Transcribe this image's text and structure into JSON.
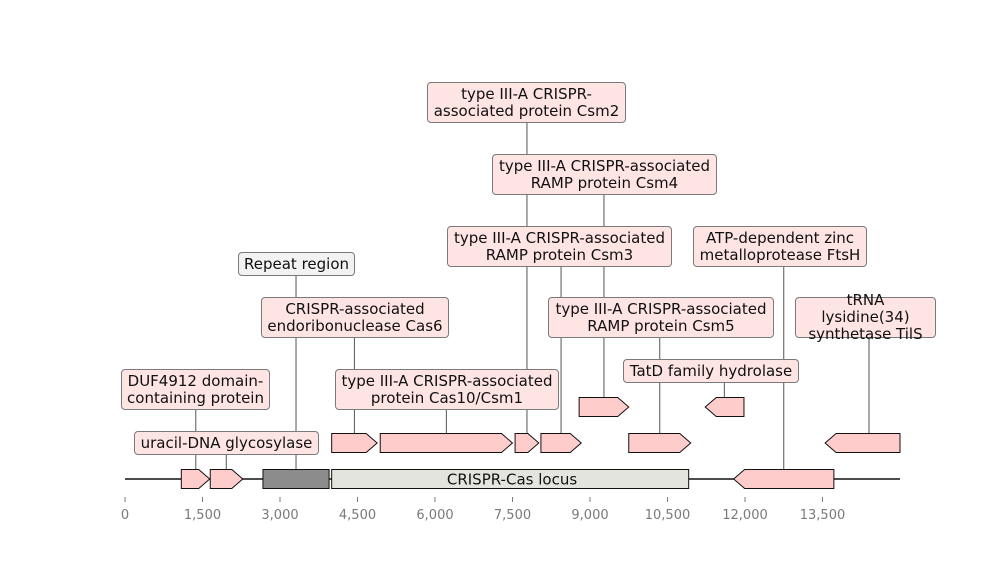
{
  "colors": {
    "gene_fill": "#ffcccc",
    "gene_stroke": "#111111",
    "label_bg": "#ffe4e4",
    "repeat_fill": "#8c8c8c",
    "repeat_label_bg": "#f2f2f2",
    "locus_fill": "#e4e4de",
    "axis_text": "#7a7a7a",
    "leader": "#555555"
  },
  "axis": {
    "ticks": [
      "0",
      "1,500",
      "3,000",
      "4,500",
      "6,000",
      "7,500",
      "9,000",
      "10,500",
      "12,000",
      "13,500"
    ],
    "tick_values": [
      0,
      1500,
      3000,
      4500,
      6000,
      7500,
      9000,
      10500,
      12000,
      13500
    ],
    "range": [
      0,
      15000
    ]
  },
  "features": [
    {
      "kind": "gene",
      "strand": 1,
      "start": 1090,
      "end": 1640,
      "track": 0
    },
    {
      "kind": "gene",
      "strand": 1,
      "start": 1650,
      "end": 2280,
      "track": 0
    },
    {
      "kind": "repeat",
      "strand": 0,
      "start": 2670,
      "end": 3950,
      "track": 0
    },
    {
      "kind": "locus",
      "strand": 0,
      "start": 4000,
      "end": 10910,
      "track": 0
    },
    {
      "kind": "gene",
      "strand": -1,
      "start": 11780,
      "end": 13720,
      "track": 0
    },
    {
      "kind": "gene",
      "strand": 1,
      "start": 4000,
      "end": 4880,
      "track": 1
    },
    {
      "kind": "gene",
      "strand": 1,
      "start": 4940,
      "end": 7500,
      "track": 1
    },
    {
      "kind": "gene",
      "strand": 1,
      "start": 7550,
      "end": 8010,
      "track": 1
    },
    {
      "kind": "gene",
      "strand": 1,
      "start": 8050,
      "end": 8830,
      "track": 1
    },
    {
      "kind": "gene",
      "strand": 1,
      "start": 9750,
      "end": 10950,
      "track": 1
    },
    {
      "kind": "gene",
      "strand": -1,
      "start": 13550,
      "end": 15000,
      "track": 1
    },
    {
      "kind": "gene",
      "strand": 1,
      "start": 8790,
      "end": 9750,
      "track": 2
    },
    {
      "kind": "gene",
      "strand": -1,
      "start": 11230,
      "end": 11980,
      "track": 2
    }
  ],
  "locus_label": "CRISPR-Cas locus",
  "labels": [
    {
      "text": "DUF4912 domain-\ncontaining protein",
      "anchor": 1370,
      "type": "gene"
    },
    {
      "text": "uracil-DNA glycosylase",
      "anchor": 1960,
      "type": "gene"
    },
    {
      "text": "Repeat region",
      "anchor": 3310,
      "type": "repeat"
    },
    {
      "text": "CRISPR-associated\nendoribonuclease Cas6",
      "anchor": 4440,
      "type": "gene"
    },
    {
      "text": "type III-A CRISPR-associated\nprotein Cas10/Csm1",
      "anchor": 6220,
      "type": "gene"
    },
    {
      "text": "type III-A CRISPR-\nassociated protein Csm2",
      "anchor": 7780,
      "type": "gene"
    },
    {
      "text": "type III-A CRISPR-associated\nRAMP protein Csm3",
      "anchor": 8440,
      "type": "gene"
    },
    {
      "text": "type III-A CRISPR-associated\nRAMP protein Csm4",
      "anchor": 9270,
      "type": "gene"
    },
    {
      "text": "type III-A CRISPR-associated\nRAMP protein Csm5",
      "anchor": 10350,
      "type": "gene"
    },
    {
      "text": "TatD family hydrolase",
      "anchor": 11600,
      "type": "gene"
    },
    {
      "text": "ATP-dependent zinc\nmetalloprotease FtsH",
      "anchor": 12750,
      "type": "gene"
    },
    {
      "text": "tRNA lysidine(34)\nsynthetase TilS",
      "anchor": 14400,
      "type": "gene"
    }
  ]
}
